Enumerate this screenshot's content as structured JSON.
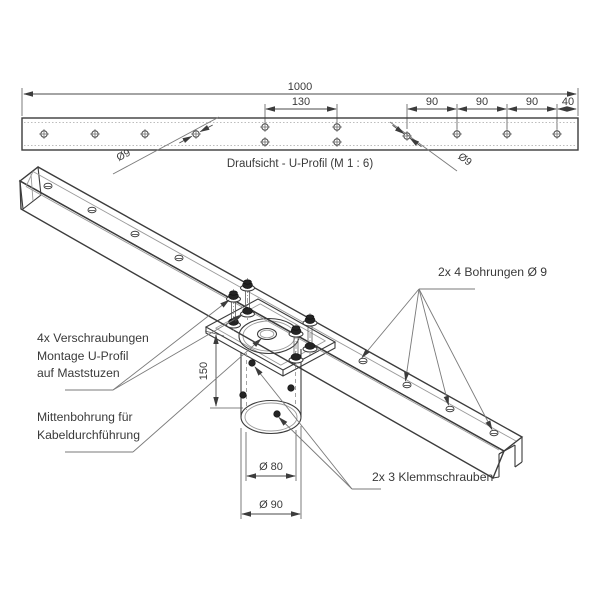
{
  "meta": {
    "background": "#ffffff",
    "line_color": "#3c3c3c",
    "text_color": "#3a3a3a"
  },
  "top_view": {
    "caption": "Draufsicht - U-Profil (M 1 : 6)",
    "dim_total": "1000",
    "dim_center": "130",
    "dim_seg1": "90",
    "dim_seg2": "90",
    "dim_seg3": "90",
    "dim_seg4": "40",
    "dia_label_left": "Ø9",
    "dia_label_right": "Ø9"
  },
  "iso_view": {
    "label_screws_1": "4x Verschraubungen",
    "label_screws_2": "Montage U-Profil",
    "label_screws_3": "auf Maststuzen",
    "label_center_hole_1": "Mittenbohrung für",
    "label_center_hole_2": "Kabeldurchführung",
    "label_holes": "2x 4 Bohrungen Ø 9",
    "label_clamp": "2x 3 Klemmschrauben",
    "dim_height": "150",
    "dim_inner_dia": "Ø 80",
    "dim_outer_dia": "Ø 90"
  }
}
